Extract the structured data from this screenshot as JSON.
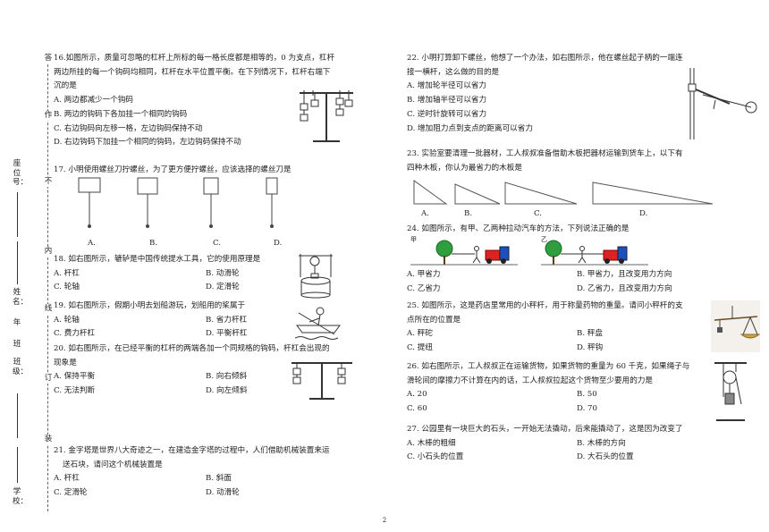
{
  "binding": {
    "dashed_words": [
      "答",
      "作",
      "不",
      "内",
      "线",
      "订",
      "装"
    ],
    "fields": [
      "座位号：",
      "姓名：",
      "班级：",
      "年",
      "班",
      "学校："
    ]
  },
  "q16": {
    "lines": [
      "16.如图所示，质量可忽略的杠杆上所标的每一格长度都是相等的，0 为支点，杠杆",
      "两边所挂的每一个钩码均相同，杠杆在水平位置平衡。在下列情况下，杠杆右端下",
      "沉的是"
    ],
    "options": [
      "A. 两边都减少一个钩码",
      "B. 两边的钩码下各加挂一个相同的钩码",
      "C. 右边钩码向左移一格，左边钩码保持不动",
      "D. 右边钩码下加挂一个相同的钩码，左边钩码保持不动"
    ]
  },
  "q17": {
    "line": "17. 小明使用螺丝刀拧螺丝，为了更方便拧螺丝，应该选择的螺丝刀是",
    "labels": [
      "A.",
      "B.",
      "C.",
      "D."
    ]
  },
  "q18": {
    "line": "18. 如右图所示，辘轳是中国传统提水工具，它的使用原理是",
    "options": [
      "A. 杆杠",
      "B. 动滑轮",
      "C. 轮轴",
      "D. 定滑轮"
    ]
  },
  "q19": {
    "line": "19. 如右图所示，假期小明去划船游玩，划船用的桨属于",
    "options": [
      "A. 轮轴",
      "B. 省力杆杠",
      "C. 费力杆杠",
      "D. 平衡杆杠"
    ]
  },
  "q20": {
    "lines": [
      "20. 如右图所示，在已经平衡的杠杆的两端各加一个同规格的钩码，杆杠会出现的",
      "现象是"
    ],
    "options": [
      "A. 保持平衡",
      "B. 向右倾斜",
      "C. 无法判断",
      "D. 向左倾斜"
    ]
  },
  "q21": {
    "lines": [
      "21. 金字塔是世界八大奇迹之一，在建造金字塔的过程中，人们借助机械装置来运",
      "送石块，请问这个机械装置是"
    ],
    "options": [
      "A. 杆杠",
      "B. 斜面",
      "C. 定滑轮",
      "D. 动滑轮"
    ]
  },
  "q22": {
    "lines": [
      "22. 小明打算卸下螺丝，他想了一个办法，如右图所示，他在螺丝起子柄的一端连",
      "接一横杆，这么做的目的是"
    ],
    "options": [
      "A. 增加轮半径可以省力",
      "B. 增加轴半径可以省力",
      "C. 逆时针旋转可以省力",
      "D. 增加阻力点到支点的距离可以省力"
    ]
  },
  "q23": {
    "lines": [
      "23. 实验室要清理一批器材，工人叔叔准备借助木板把器材运输到货车上，以下有",
      "四种木板，你认为最省力的木板是"
    ],
    "labels": [
      "A.",
      "B.",
      "C.",
      "D."
    ]
  },
  "q24": {
    "line": "24. 如图所示，有甲、乙两种拉动汽车的方法，下列说法正确的是",
    "fig_labels": [
      "甲",
      "乙"
    ],
    "options": [
      "A. 甲省力",
      "B. 甲省力，且改变用力方向",
      "C. 乙省力",
      "D. 乙省力，且改变用力方向"
    ]
  },
  "q25": {
    "lines": [
      "25. 如图所示，这是药店里常用的小秤杆，用于称量药物的重量。请问小秤杆的支",
      "点所在的位置是"
    ],
    "options": [
      "A. 秤砣",
      "B. 秤盘",
      "C. 提纽",
      "D. 秤钩"
    ]
  },
  "q26": {
    "lines": [
      "26. 如右图所示，工人叔叔正在运输货物，如果货物的重量为 60 千克，如果绳子与",
      "滑轮间的摩擦力不计算在内的话，工人叔叔拉起这个货物至少要用的力是"
    ],
    "options": [
      "A. 20",
      "B. 50",
      "C. 60",
      "D. 70"
    ]
  },
  "q27": {
    "line": "27. 公园里有一块巨大的石头，一开始无法撬动，后来能撬动了，这是因为改变了",
    "options": [
      "A. 木棒的粗细",
      "B. 木棒的方向",
      "C. 小石头的位置",
      "D. 大石头的位置"
    ]
  },
  "page_number": "2"
}
